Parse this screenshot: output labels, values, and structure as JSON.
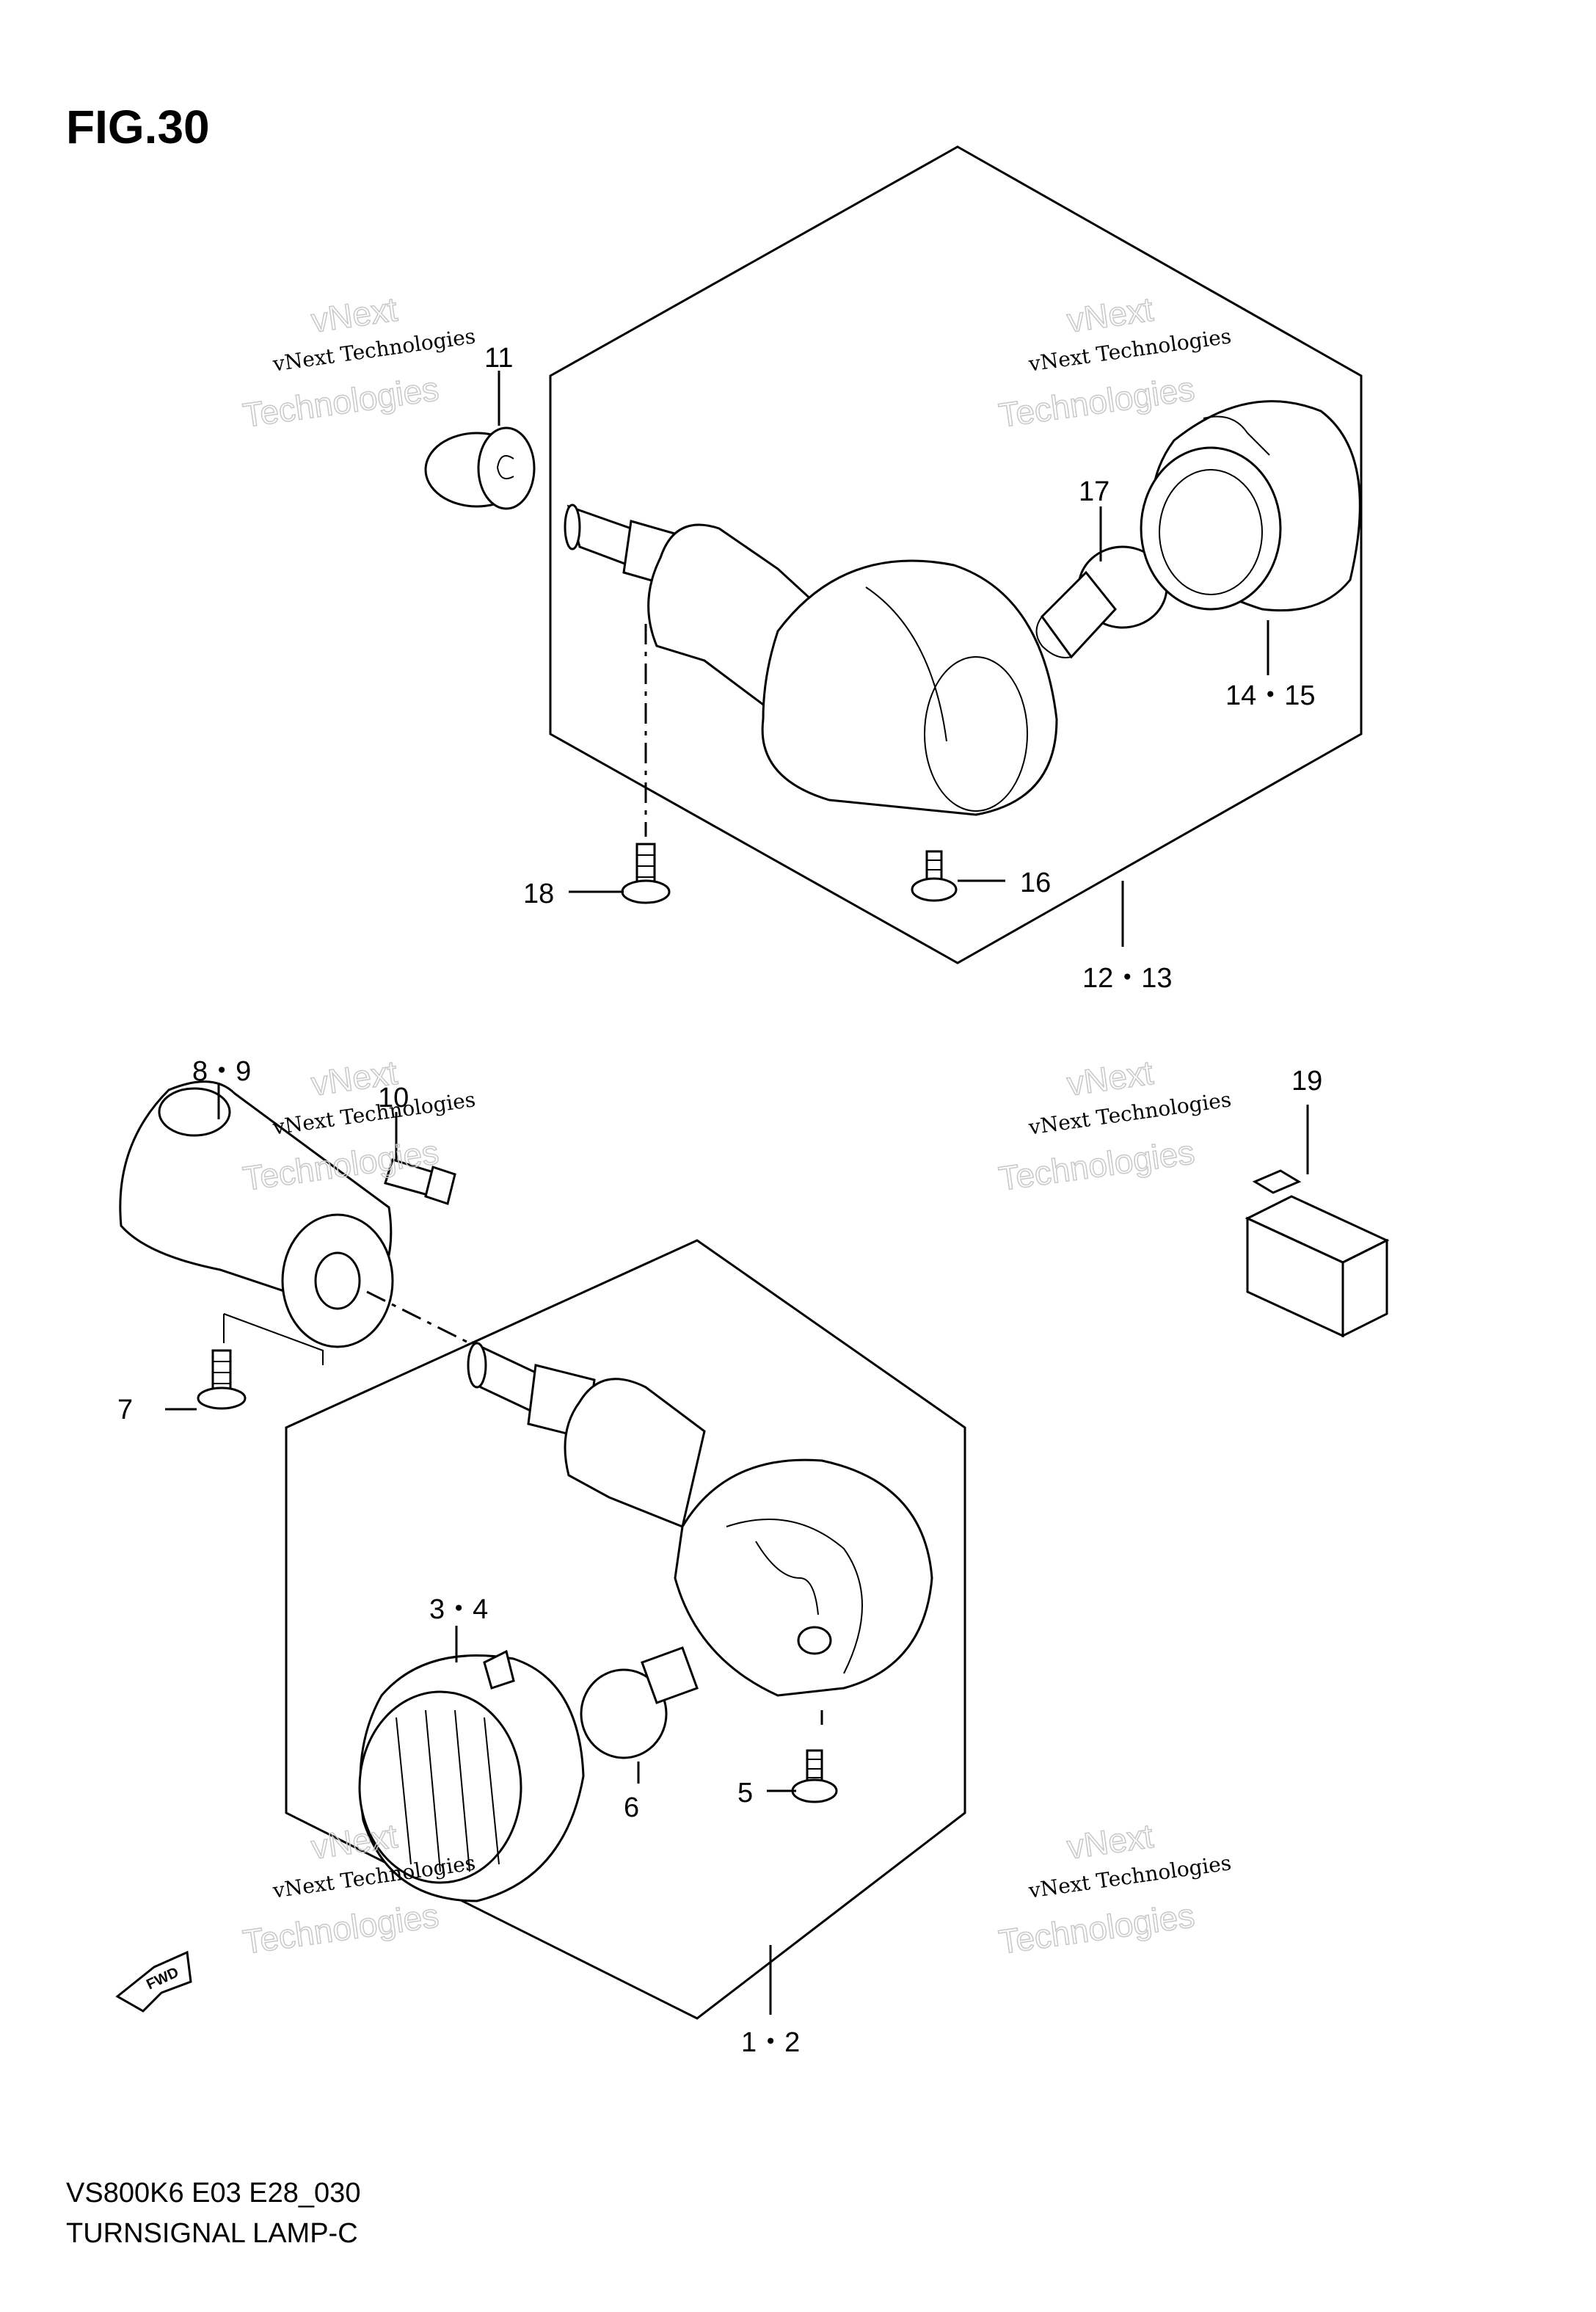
{
  "figure": {
    "title": "FIG.30",
    "model_code": "VS800K6 E03 E28_030",
    "caption": "TURNSIGNAL LAMP-C"
  },
  "callouts": {
    "c11": "11",
    "c17": "17",
    "c14_15": "14・15",
    "c18": "18",
    "c16": "16",
    "c12_13": "12・13",
    "c8_9": "8・9",
    "c10": "10",
    "c19": "19",
    "c7": "7",
    "c3_4": "3・4",
    "c6": "6",
    "c5": "5",
    "c1_2": "1・2"
  },
  "fwd_marker": "FWD",
  "watermark": {
    "top_line": "vNext",
    "mid_line": "vNext Technologies",
    "big_line": "Technologies"
  }
}
